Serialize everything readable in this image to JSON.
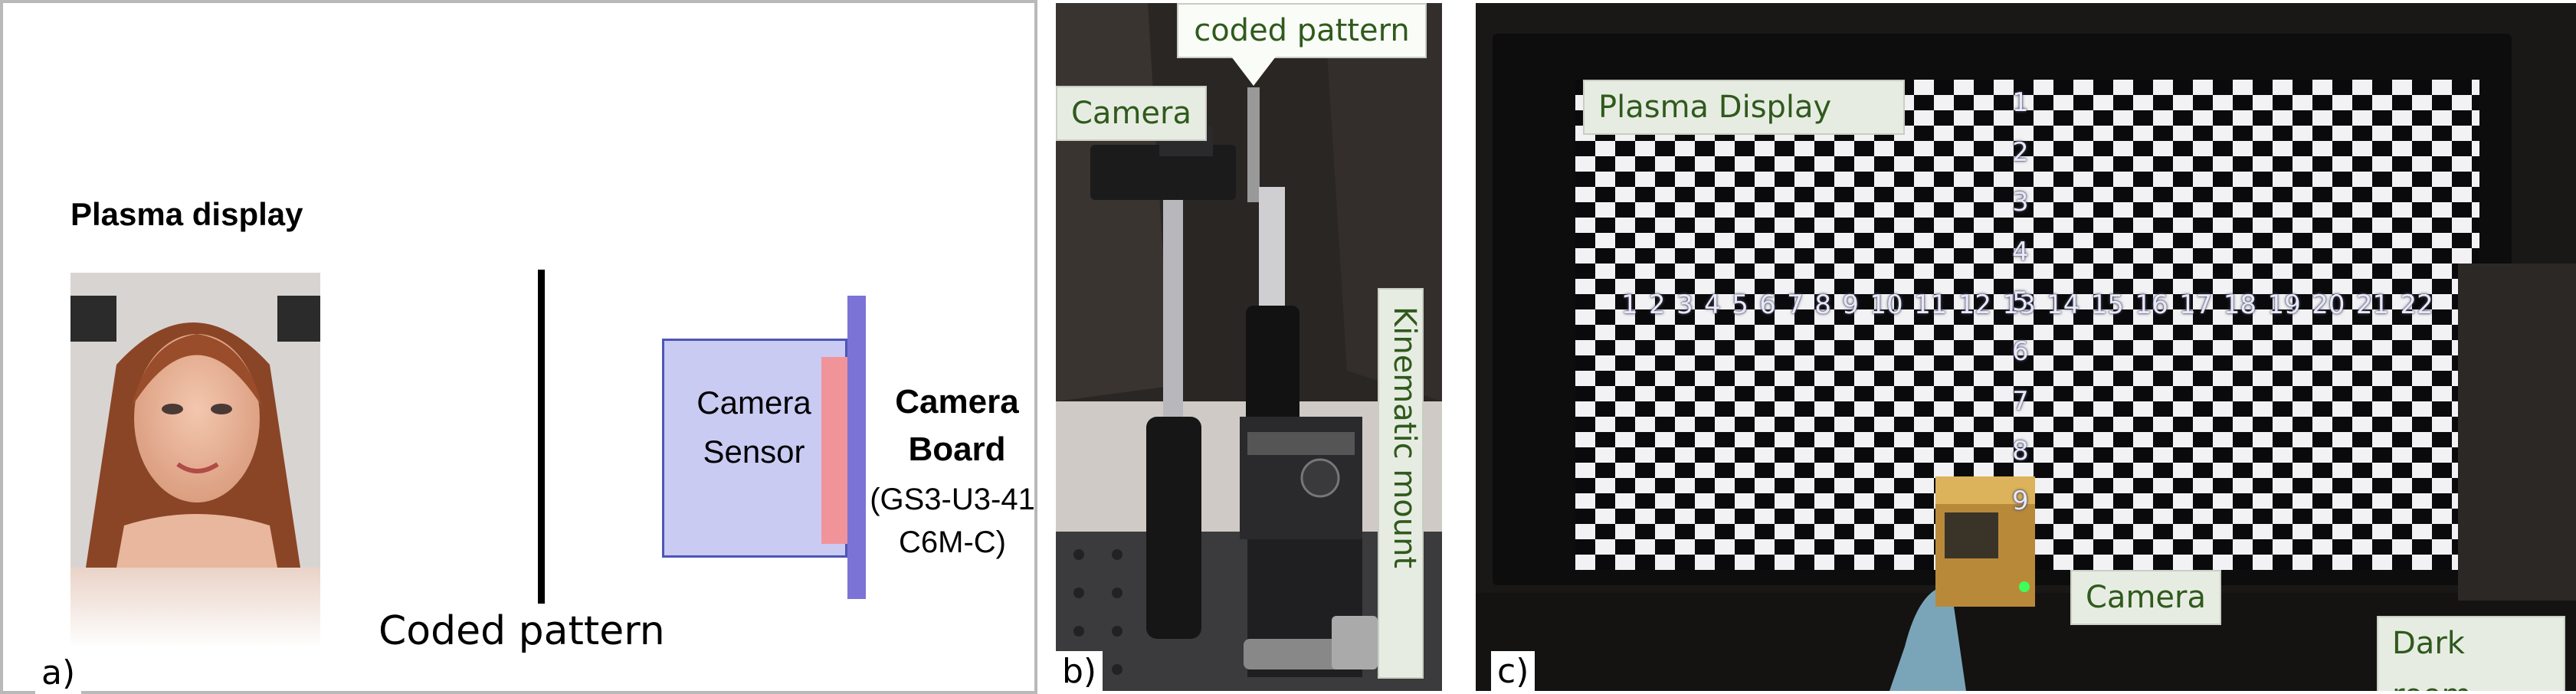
{
  "panels": {
    "a": {
      "label": "a)",
      "display_title": "Plasma display",
      "sensor_lines": [
        "Camera",
        "Sensor"
      ],
      "board_lines": [
        "Camera",
        "Board"
      ],
      "model_lines": [
        "(GS3-U3-41",
        "C6M-C)"
      ],
      "coded_pattern": "Coded pattern"
    },
    "b": {
      "label": "b)",
      "coded_pattern_tag": "coded pattern",
      "camera_tag": "Camera",
      "mount_tag": "Kinematic mount"
    },
    "c": {
      "label": "c)",
      "display_tag": "Plasma Display",
      "camera_tag": "Camera",
      "room_tag": "Dark room",
      "horizontal_numbers": [
        "1",
        "2",
        "3",
        "4",
        "5",
        "6",
        "7",
        "8",
        "9",
        "10",
        "11",
        "12",
        "13",
        "14",
        "15",
        "16",
        "17",
        "18",
        "19",
        "20",
        "21",
        "22"
      ],
      "vertical_numbers": [
        "1",
        "2",
        "3",
        "4",
        "5",
        "6",
        "7",
        "8",
        "9"
      ]
    }
  },
  "colors": {
    "sensor_fill": "#c9cbf3",
    "sensor_stroke": "#4e55b5",
    "board": "#7b73d6",
    "sensor_strip": "#f1949a",
    "tag_text": "#2f5a1c"
  }
}
